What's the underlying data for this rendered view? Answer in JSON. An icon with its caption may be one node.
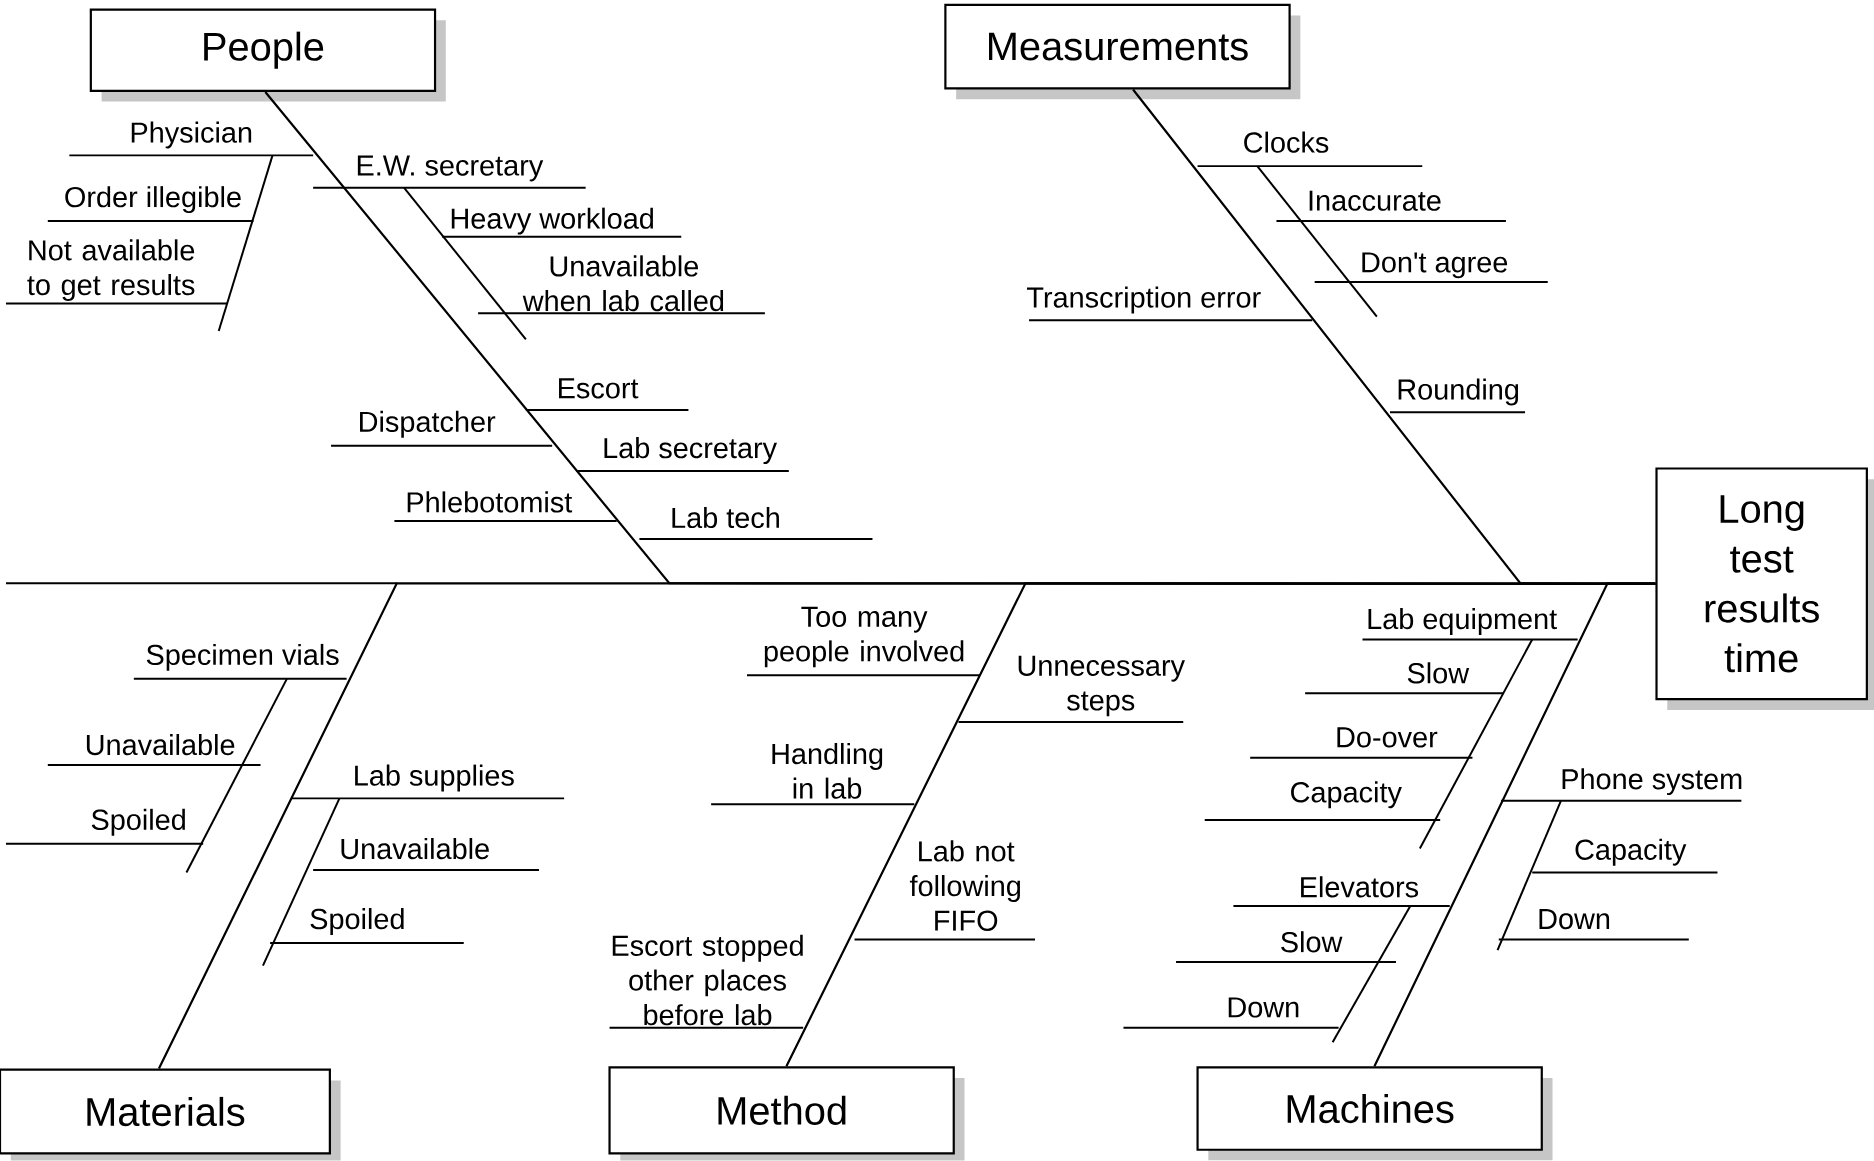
{
  "diagram": {
    "nodes": [
      {
        "text": [
          "People"
        ]
      },
      {
        "text": [
          "Measurements"
        ]
      },
      {
        "text": [
          "Long test results time"
        ]
      },
      {
        "text": [
          "Materials"
        ]
      },
      {
        "text": [
          "Method"
        ]
      },
      {
        "text": [
          "Machines"
        ]
      }
    ],
    "edges": [
      {
        "from": 0,
        "to": 2,
        "arrow": "none"
      },
      {
        "from": 1,
        "to": 2,
        "arrow": "none"
      },
      {
        "from": 3,
        "to": 2,
        "arrow": "none"
      },
      {
        "from": 4,
        "to": 2,
        "arrow": "none"
      },
      {
        "from": 5,
        "to": 2,
        "arrow": "none"
      }
    ],
    "labels": [
      "Physician",
      "Order illegible",
      "Not available to get results",
      "E.W. secretary",
      "Heavy workload",
      "Unavailable when lab called",
      "Escort",
      "Dispatcher",
      "Lab secretary",
      "Phlebotomist",
      "Lab tech",
      "Clocks",
      "Inaccurate",
      "Don't agree",
      "Transcription error",
      "Rounding",
      "Specimen vials",
      "Unavailable",
      "Spoiled",
      "Lab supplies",
      "Unavailable",
      "Spoiled",
      "Too many people involved",
      "Unnecessary steps",
      "Handling in lab",
      "Lab not following FIFO",
      "Escort stopped other places before lab",
      "Lab equipment",
      "Slow",
      "Do-over",
      "Capacity",
      "Phone system",
      "Capacity",
      "Down",
      "Elevators",
      "Slow",
      "Down"
    ]
  }
}
